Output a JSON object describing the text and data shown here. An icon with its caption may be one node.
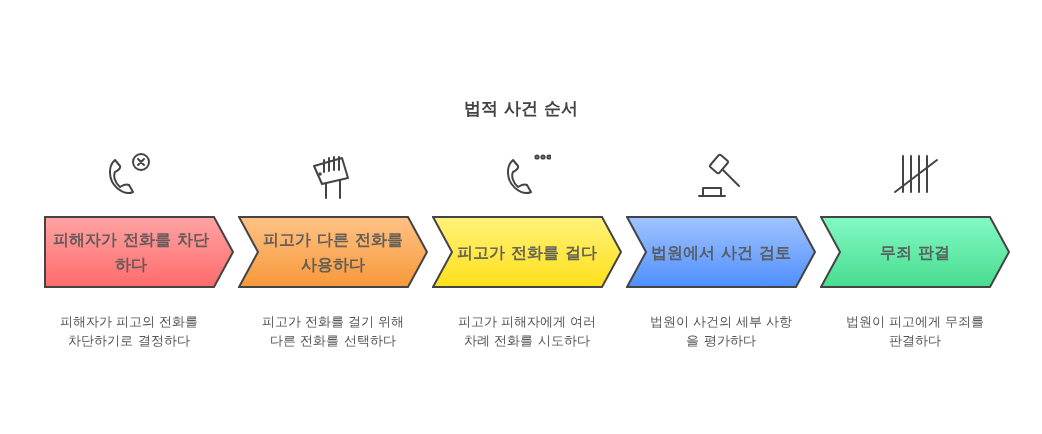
{
  "diagram": {
    "title": "법적 사건 순서",
    "nodes": [
      {
        "text": [
          "피해자가 전화를 차단하다"
        ],
        "beside": [
          "피해자가 피고의 전화를 차단하기로 결정하다"
        ]
      },
      {
        "text": [
          "피고가 다른 전화를 사용하다"
        ],
        "beside": [
          "피고가 전화를 걸기 위해 다른 전화를 선택하다"
        ]
      },
      {
        "text": [
          "피고가 전화를 걸다"
        ],
        "beside": [
          "피고가 피해자에게 여러 차례 전화를 시도하다"
        ]
      },
      {
        "text": [
          "법원에서 사건 검토"
        ],
        "beside": [
          "법원이 사건의 세부 사항을 평가하다"
        ]
      },
      {
        "text": [
          "무죄 판결"
        ],
        "beside": [
          "법원이 피고에게 무죄를 판결하다"
        ]
      }
    ]
  }
}
